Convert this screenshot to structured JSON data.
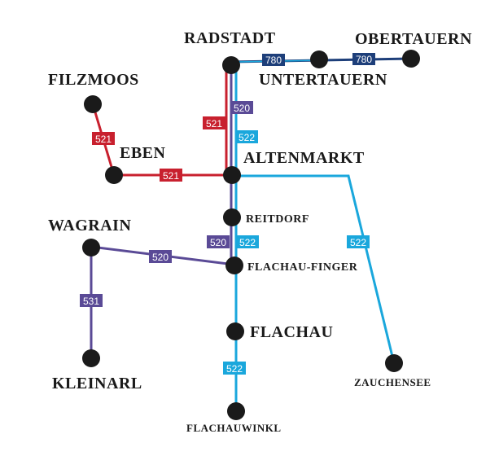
{
  "colors": {
    "line_521": "#c8202e",
    "line_520": "#5a4a96",
    "line_522": "#1aa7dc",
    "line_531": "#5a4a96",
    "line_780": "#1e3f7a",
    "station": "#1a1a1a",
    "label": "#1a1a1a",
    "background": "#ffffff"
  },
  "stations": {
    "radstadt": "RADSTADT",
    "obertauern": "OBERTAUERN",
    "untertauern": "UNTERTAUERN",
    "filzmoos": "FILZMOOS",
    "eben": "EBEN",
    "altenmarkt": "ALTENMARKT",
    "reitdorf": "REITDORF",
    "wagrain": "WAGRAIN",
    "flachau_finger": "FLACHAU-FINGER",
    "flachau": "FLACHAU",
    "kleinarl": "KLEINARL",
    "zauchensee": "ZAUCHENSEE",
    "flachauwinkl": "FLACHAUWINKL"
  },
  "routes": {
    "r780": "780",
    "r520": "520",
    "r521": "521",
    "r522": "522",
    "r531": "531"
  }
}
